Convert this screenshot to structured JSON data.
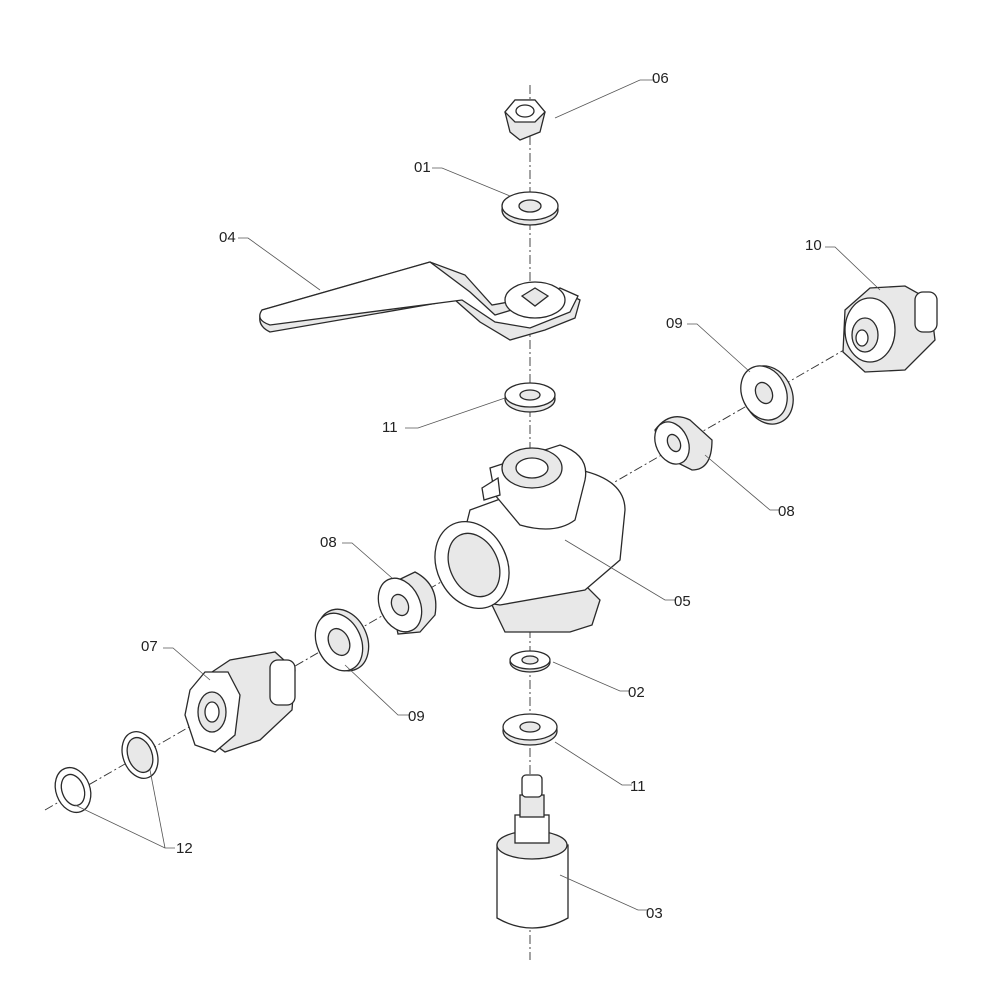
{
  "labels": {
    "nut_top": "06",
    "washer_top": "01",
    "lever": "04",
    "fitting_right": "10",
    "washer_right": "09",
    "washer_mid": "11",
    "seat_right": "08",
    "body": "05",
    "seat_left": "08",
    "fitting_left": "07",
    "washer_left": "09",
    "washer_bottom_small": "02",
    "washer_bottom": "11",
    "rings": "12",
    "stem": "03"
  }
}
